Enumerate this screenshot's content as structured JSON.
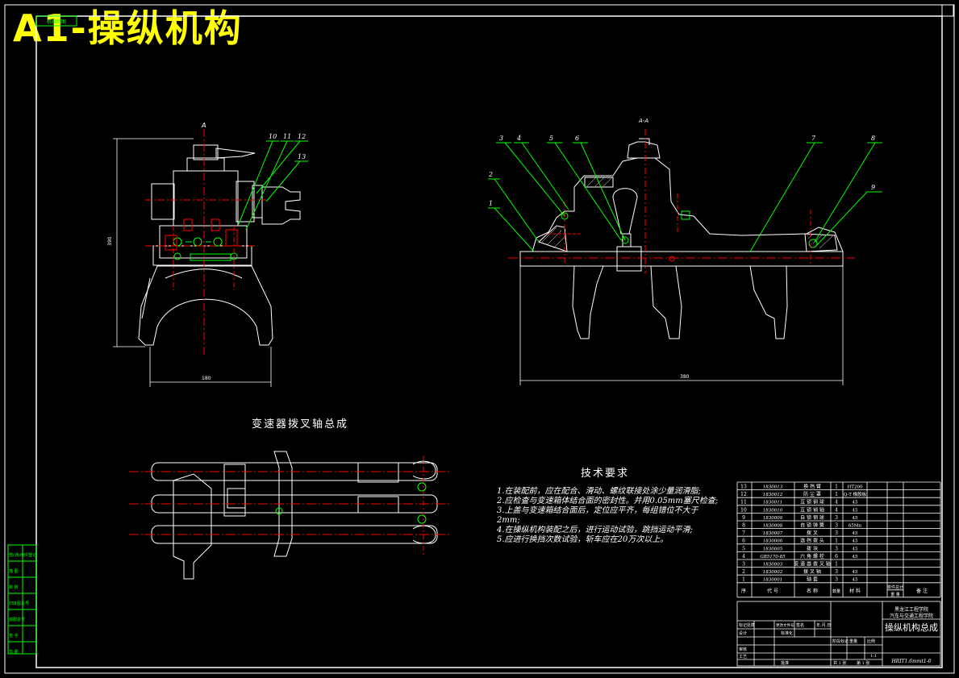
{
  "drawing_title": "A1-操纵机构",
  "top_left_tag": "机械制图",
  "views": {
    "left_view_label": "A",
    "right_view_label": "A-A",
    "left_dims": {
      "height": "390",
      "width": "180"
    },
    "right_dims": {
      "width": "380"
    },
    "left_callouts": [
      "10",
      "11",
      "12",
      "13"
    ],
    "right_callouts": [
      "1",
      "2",
      "3",
      "4",
      "5",
      "6",
      "7",
      "8",
      "9"
    ]
  },
  "bottom_view_title": "变速器拨叉轴总成",
  "tech_requirements": {
    "title": "技术要求",
    "items": [
      "1.在装配前，应在配合、滑动、螺纹联接处涂少量润滑脂;",
      "2.应检查与变速箱体结合面的密封性。并用0.05mm塞尺检查;",
      "3.上盖与变速箱结合面后，定位应平齐，每组错位不大于",
      "2mm;",
      "4.在操纵机构装配之后，进行运动试验，跳挡运动平滑;",
      "5.应进行换挡次数试验，斩车应在20万次以上。"
    ]
  },
  "bom": {
    "rows": [
      {
        "no": "13",
        "code": "1830013",
        "name": "换 挡 臂",
        "qty": "1",
        "mat": "HT200"
      },
      {
        "no": "12",
        "code": "1830012",
        "name": "防 尘 罩",
        "qty": "1",
        "mat": "Q-T 橡胶板"
      },
      {
        "no": "11",
        "code": "1830011",
        "name": "互 锁 钢 球",
        "qty": "4",
        "mat": "45"
      },
      {
        "no": "10",
        "code": "1830010",
        "name": "互 锁 销 轴",
        "qty": "4",
        "mat": "45"
      },
      {
        "no": "9",
        "code": "1830009",
        "name": "自 锁 钢 球",
        "qty": "3",
        "mat": "45"
      },
      {
        "no": "8",
        "code": "1830008",
        "name": "自 锁 弹 簧",
        "qty": "3",
        "mat": "65Mn"
      },
      {
        "no": "7",
        "code": "1830007",
        "name": "拨 叉",
        "qty": "3",
        "mat": "45"
      },
      {
        "no": "6",
        "code": "1830006",
        "name": "选 挡 拨 头",
        "qty": "1",
        "mat": "45"
      },
      {
        "no": "5",
        "code": "1830005",
        "name": "拨 块",
        "qty": "3",
        "mat": "45"
      },
      {
        "no": "4",
        "code": "GB5170-85",
        "name": "六 角 螺 栓",
        "qty": "6",
        "mat": "45"
      },
      {
        "no": "3",
        "code": "1830003",
        "name": "变 速 器 拨 叉 轴",
        "qty": "1",
        "mat": ""
      },
      {
        "no": "2",
        "code": "1830002",
        "name": "拨 叉 轴",
        "qty": "3",
        "mat": "45"
      },
      {
        "no": "1",
        "code": "1830001",
        "name": "轴 套",
        "qty": "3",
        "mat": "45"
      }
    ],
    "header": {
      "no": "序",
      "code": "代 号",
      "name": "名 称",
      "qty": "数量",
      "mat": "材 料",
      "unit_weight": "单件总计",
      "weight": "重 量",
      "remark": "备 注"
    }
  },
  "title_block": {
    "school": "黑龙江工程学院",
    "dept": "汽车与交通工程学院",
    "name": "操纵机构总成",
    "drawing_no": "HRIT1.6mmt1-0",
    "labels": {
      "mark": "标记处数",
      "file": "更改文件号",
      "sign": "签名",
      "date": "年.月.日",
      "design": "设计",
      "std": "标准化",
      "stage": "阶段标记",
      "weight": "重量",
      "scale": "比例",
      "scale_val": "1:1",
      "review": "审核",
      "process": "工艺",
      "approve": "批准",
      "total": "共 1 张",
      "sheet": "第 1 张"
    }
  },
  "side_strip": [
    "借(通)用件登记",
    "描 图",
    "校 核",
    "旧底图总号",
    "底图总号",
    "签 字",
    "日 期"
  ],
  "colors": {
    "line": "#ffffff",
    "green": "#00ff00",
    "red": "#ff0000",
    "title": "#ffff00",
    "bg": "#000000"
  }
}
